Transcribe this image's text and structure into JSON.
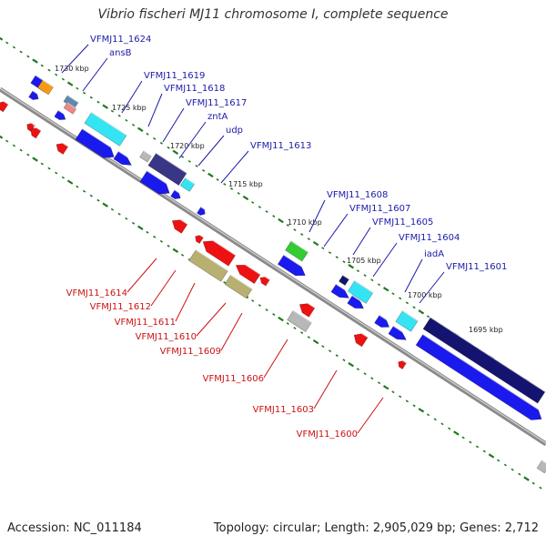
{
  "title": "Vibrio fischeri MJ11 chromosome I, complete sequence",
  "footer": {
    "accession": "Accession: NC_011184",
    "summary": "Topology: circular; Length: 2,905,029 bp; Genes: 2,712"
  },
  "colors": {
    "backbone": "#8a8a8a",
    "tick_major": "#1e7a1e",
    "top_label": "#1a1aa8",
    "bottom_label": "#cc1111",
    "blue": "#1a1aee",
    "navy": "#141470",
    "cyan": "#35e4f2",
    "red": "#ee1111",
    "orange": "#f59a12",
    "green": "#33cc33",
    "olive": "#b8b070",
    "grey": "#b8b8b8",
    "purple": "#3a3686",
    "pink": "#ee8888",
    "steel": "#5f88b0"
  },
  "position_labels": [
    "1730 kbp",
    "1725 kbp",
    "1720 kbp",
    "1715 kbp",
    "1710 kbp",
    "1705 kbp",
    "1700 kbp",
    "1695 kbp"
  ],
  "top_genes": [
    "VFMJ11_1624",
    "ansB",
    "VFMJ11_1619",
    "VFMJ11_1618",
    "VFMJ11_1617",
    "zntA",
    "udp",
    "VFMJ11_1613",
    "VFMJ11_1608",
    "VFMJ11_1607",
    "VFMJ11_1605",
    "VFMJ11_1604",
    "iadA",
    "VFMJ11_1601"
  ],
  "bottom_genes": [
    "VFMJ11_1614",
    "VFMJ11_1612",
    "VFMJ11_1611",
    "VFMJ11_1610",
    "VFMJ11_1609",
    "VFMJ11_1606",
    "VFMJ11_1603",
    "VFMJ11_1600"
  ]
}
